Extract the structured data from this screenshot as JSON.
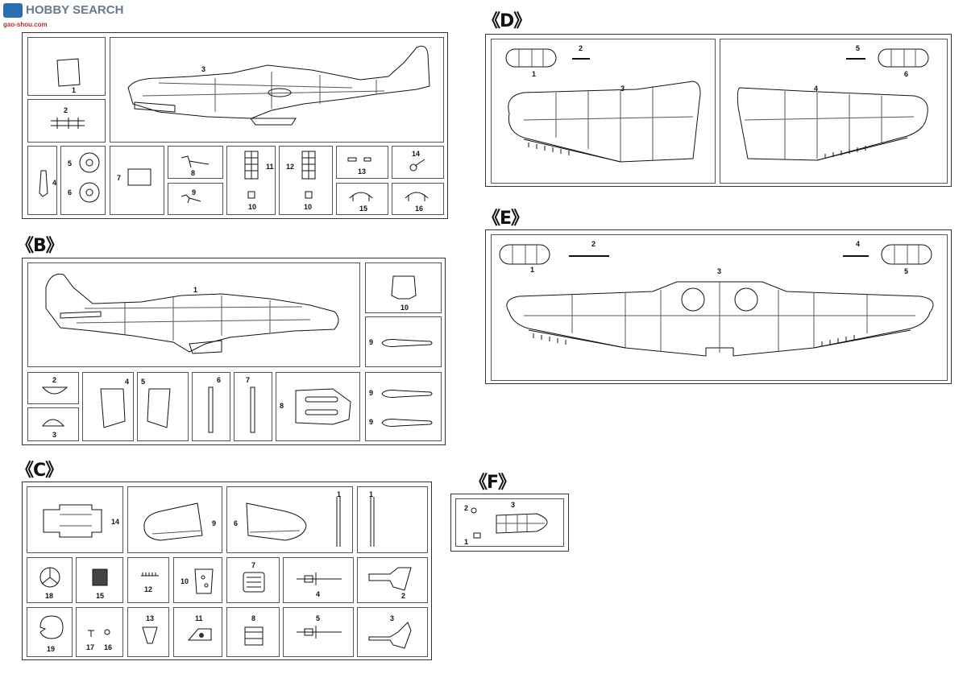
{
  "watermark": {
    "logo_text": "HOBBY SEARCH",
    "sub_text": "gao-shou.com"
  },
  "sections": {
    "B": "《B》",
    "C": "《C》",
    "D": "《D》",
    "E": "《E》",
    "F": "《F》"
  },
  "sprueA": {
    "n1": "1",
    "n2": "2",
    "n3": "3",
    "n4": "4",
    "n5": "5",
    "n6": "6",
    "n7": "7",
    "n8": "8",
    "n9": "9",
    "n10a": "10",
    "n10b": "10",
    "n11": "11",
    "n12": "12",
    "n13": "13",
    "n14": "14",
    "n15": "15",
    "n16": "16"
  },
  "sprueB": {
    "n1": "1",
    "n2": "2",
    "n3": "3",
    "n4": "4",
    "n5": "5",
    "n6": "6",
    "n7": "7",
    "n8": "8",
    "n9a": "9",
    "n9b": "9",
    "n9c": "9",
    "n10": "10"
  },
  "sprueC": {
    "n1a": "1",
    "n1b": "1",
    "n2": "2",
    "n3": "3",
    "n4": "4",
    "n5": "5",
    "n6": "6",
    "n7": "7",
    "n8": "8",
    "n9": "9",
    "n10": "10",
    "n11": "11",
    "n12": "12",
    "n13": "13",
    "n14": "14",
    "n15": "15",
    "n16": "16",
    "n17": "17",
    "n18": "18",
    "n19": "19"
  },
  "sprueD": {
    "n1": "1",
    "n2": "2",
    "n3": "3",
    "n4": "4",
    "n5": "5",
    "n6": "6"
  },
  "sprueE": {
    "n1": "1",
    "n2": "2",
    "n3": "3",
    "n4": "4",
    "n5": "5"
  },
  "sprueF": {
    "n1": "1",
    "n2": "2",
    "n3": "3"
  }
}
